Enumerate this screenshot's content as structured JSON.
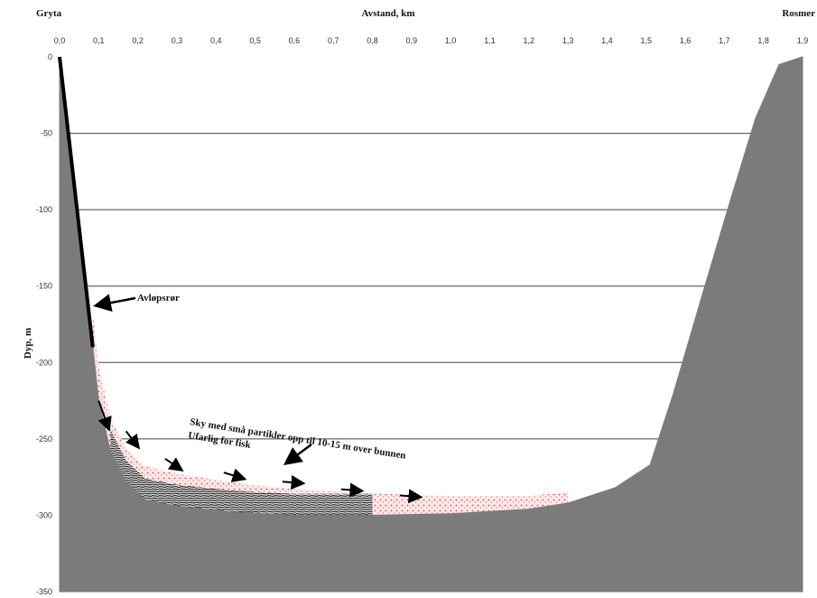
{
  "chart_data": {
    "type": "area",
    "title": "",
    "xlabel": "Avstand, km",
    "ylabel": "Dyp, m",
    "left_label": "Gryta",
    "right_label": "Rosmer",
    "x_ticks": [
      "0,0",
      "0,1",
      "0,2",
      "0,3",
      "0,4",
      "0,5",
      "0,6",
      "0,7",
      "0,8",
      "0,9",
      "1,0",
      "1,1",
      "1,2",
      "1,3",
      "1,4",
      "1,5",
      "1,6",
      "1,7",
      "1,8",
      "1,9"
    ],
    "y_ticks": [
      0,
      -50,
      -100,
      -150,
      -200,
      -250,
      -300,
      -350
    ],
    "xlim": [
      0.0,
      1.9
    ],
    "ylim": [
      -350,
      0
    ],
    "grid": "horizontal",
    "series": [
      {
        "name": "",
        "values": [
          [
            0.0,
            0
          ],
          [
            0.03,
            -60
          ],
          [
            0.06,
            -130
          ],
          [
            0.085,
            -190
          ],
          [
            0.1,
            -225
          ],
          [
            0.13,
            -258
          ],
          [
            0.17,
            -278
          ],
          [
            0.22,
            -290
          ],
          [
            0.3,
            -294
          ],
          [
            0.45,
            -298
          ],
          [
            0.6,
            -300
          ],
          [
            0.8,
            -300
          ],
          [
            1.0,
            -299
          ],
          [
            1.2,
            -296
          ],
          [
            1.3,
            -292
          ],
          [
            1.42,
            -282
          ],
          [
            1.51,
            -267
          ],
          [
            1.57,
            -220
          ],
          [
            1.65,
            -150
          ],
          [
            1.72,
            -90
          ],
          [
            1.78,
            -40
          ],
          [
            1.84,
            -5
          ],
          [
            1.9,
            0
          ]
        ]
      }
    ],
    "annotations": [
      {
        "text": "Avløpsrør"
      },
      {
        "text": "Sky med små partikler opp til 10-15 m over bunnen"
      },
      {
        "text": "Ufarlig for fisk"
      }
    ],
    "colors": {
      "terrain": "#7b7b7b",
      "pipe": "#000000",
      "plume": "#e06a6a",
      "sediment": "#1a1a1a",
      "grid": "#444444"
    }
  }
}
